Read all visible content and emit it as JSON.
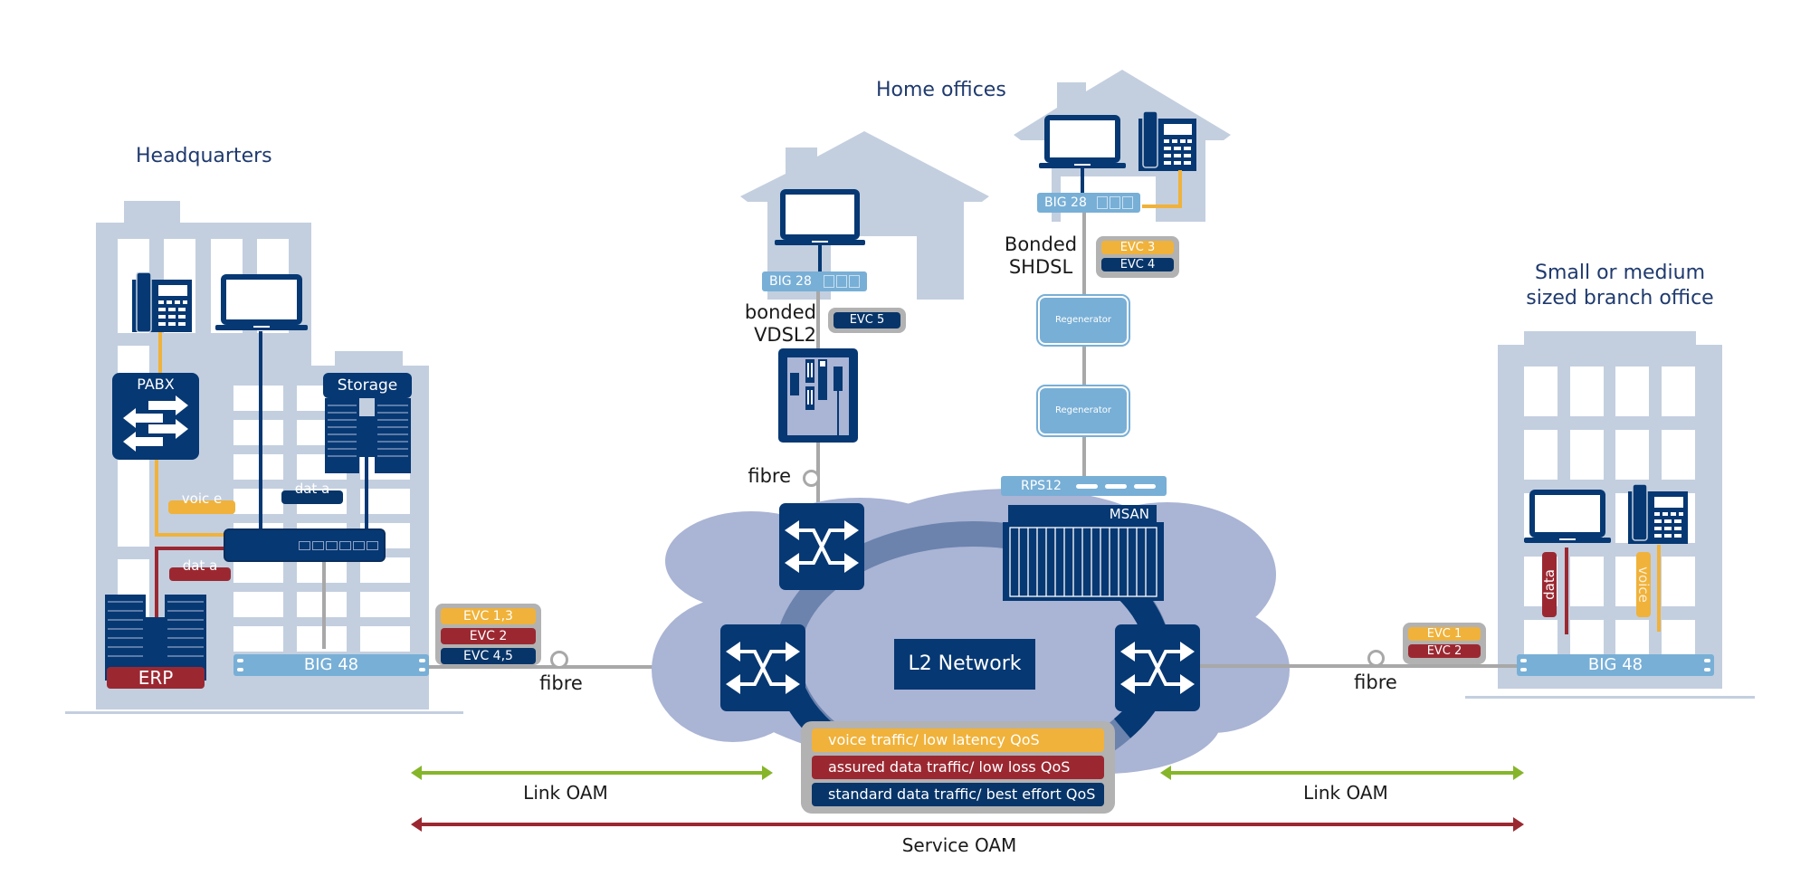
{
  "diagram": {
    "sites": {
      "headquarters": {
        "title": "Headquarters",
        "devices": {
          "pabx": "PABX",
          "storage": "Storage",
          "erp": "ERP",
          "access_device": "BIG 48"
        },
        "traffic_tags": {
          "voice": "voic e",
          "data_red": "dat a",
          "data_navy": "dat a"
        },
        "evcs": [
          "EVC 1,3",
          "EVC 2",
          "EVC 4,5"
        ],
        "link_label": "fibre"
      },
      "home_offices": {
        "title": "Home offices",
        "office_1": {
          "access_device": "BIG 28",
          "link_label": "bonded VDSL2",
          "evcs": [
            "EVC 5"
          ],
          "uplink_label": "fibre"
        },
        "office_2": {
          "access_device": "BIG 28",
          "link_label": "Bonded SHDSL",
          "evcs": [
            "EVC 3",
            "EVC 4"
          ],
          "regenerators": [
            "Regenerator",
            "Regenerator"
          ],
          "power_supply": "RPS12",
          "aggregator": "MSAN"
        }
      },
      "branch_office": {
        "title": "Small or medium sized branch office",
        "title_lines": [
          "Small or medium",
          "sized branch office"
        ],
        "access_device": "BIG 48",
        "traffic_tags": {
          "data": "data",
          "voice": "voice"
        },
        "evcs": [
          "EVC 1",
          "EVC 2"
        ],
        "link_label": "fibre"
      }
    },
    "network": {
      "label": "L2 Network",
      "qos_classes": [
        {
          "label": "voice traffic/ low latency QoS",
          "color": "#f0b23a"
        },
        {
          "label": "assured data traffic/ low loss QoS",
          "color": "#9b2831"
        },
        {
          "label": "standard data traffic/ best effort QoS",
          "color": "#073569"
        }
      ]
    },
    "oam": {
      "link_left": "Link OAM",
      "link_right": "Link OAM",
      "service": "Service OAM",
      "link_color": "#86b52a",
      "service_color": "#9b2831"
    },
    "colors": {
      "navy": "#063873",
      "building": "#c3cfdf",
      "cloud": "#aab4d4",
      "rack_blue": "#78afd6",
      "voice": "#f0b23a",
      "data": "#9b2831",
      "cable_grey": "#a8a8a8"
    }
  }
}
